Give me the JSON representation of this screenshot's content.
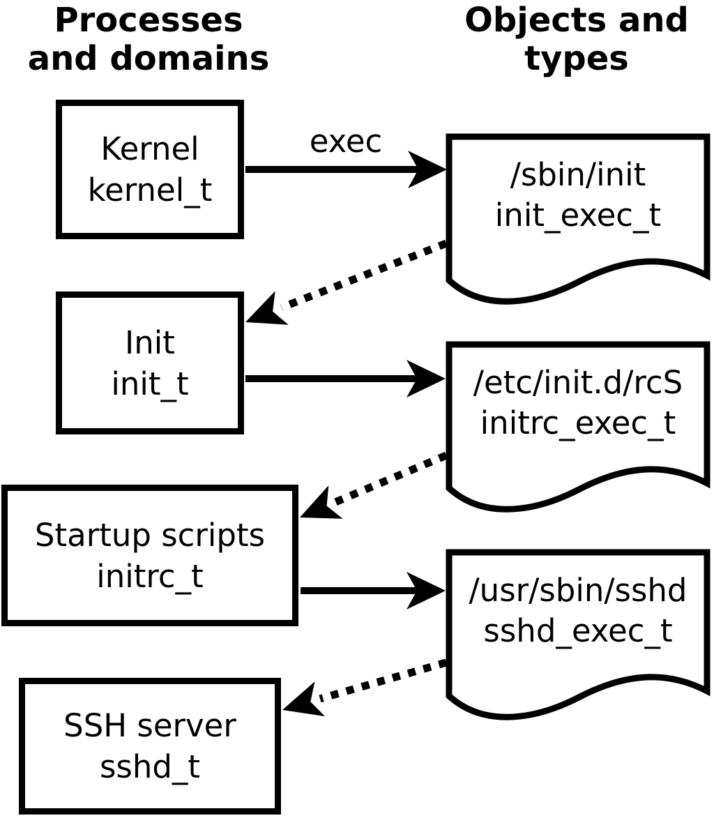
{
  "headers": {
    "left_line1": "Processes",
    "left_line2": "and domains",
    "right_line1": "Objects and",
    "right_line2": "types"
  },
  "processes": [
    {
      "name": "Kernel",
      "type": "kernel_t"
    },
    {
      "name": "Init",
      "type": "init_t"
    },
    {
      "name": "Startup scripts",
      "type": "initrc_t"
    },
    {
      "name": "SSH server",
      "type": "sshd_t"
    }
  ],
  "objects": [
    {
      "path": "/sbin/init",
      "type": "init_exec_t"
    },
    {
      "path": "/etc/init.d/rcS",
      "type": "initrc_exec_t"
    },
    {
      "path": "/usr/sbin/sshd",
      "type": "sshd_exec_t"
    }
  ],
  "edges": {
    "exec_label": "exec"
  },
  "colors": {
    "stroke": "#000000",
    "background": "#ffffff"
  }
}
